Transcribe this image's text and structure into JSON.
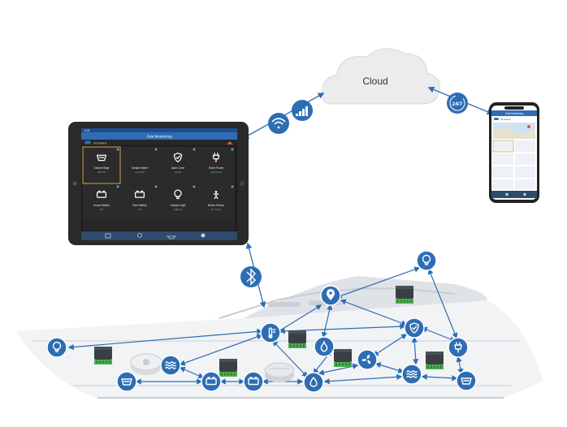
{
  "cloud": {
    "label": "Cloud"
  },
  "badge_247": "24/7",
  "tablet": {
    "status_time": "9:41",
    "title": "Zeta Monitoring",
    "mode_label": "On board",
    "tiles": [
      {
        "label": "Sample Bilge",
        "sub": "Tank OK",
        "icon": "bilge-icon",
        "highlight": true
      },
      {
        "label": "Sample Water",
        "sub": "Level OK",
        "icon": "water-icon",
        "highlight": false
      },
      {
        "label": "Alarm Zone",
        "sub": "Armed",
        "icon": "shield-icon",
        "highlight": false
      },
      {
        "label": "Shore Power",
        "sub": "Connected",
        "icon": "plug-icon",
        "highlight": false
      },
      {
        "label": "House Battery",
        "sub": "OK",
        "icon": "battery-icon",
        "highlight": false
      },
      {
        "label": "Start Battery",
        "sub": "OK",
        "icon": "battery-icon",
        "highlight": false
      },
      {
        "label": "Sample Light",
        "sub": "Light On",
        "icon": "bulb-icon",
        "highlight": false
      },
      {
        "label": "Motion Sensor",
        "sub": "No motion",
        "icon": "motion-icon",
        "highlight": false
      }
    ]
  },
  "phone": {
    "title": "Zeta Monitoring",
    "mode_label": "On board"
  },
  "nodes": {
    "bulb_left": "bulb-icon",
    "bilge_a": "bilge-icon",
    "waves_a": "waves-icon",
    "battery_a": "battery-icon",
    "battery_b": "battery-icon",
    "thermometer": "thermometer-icon",
    "drop": "drop-icon",
    "pin": "location-pin-icon",
    "flame": "flame-icon",
    "fan": "fan-icon",
    "shield": "shield-icon",
    "waves_b": "waves-icon",
    "bulb_right": "bulb-icon",
    "plug": "plug-icon",
    "bilge_b": "bilge-icon"
  },
  "colors": {
    "accent": "#2e6db4",
    "tablet_bg": "#222222",
    "highlight": "#d6a84a"
  }
}
